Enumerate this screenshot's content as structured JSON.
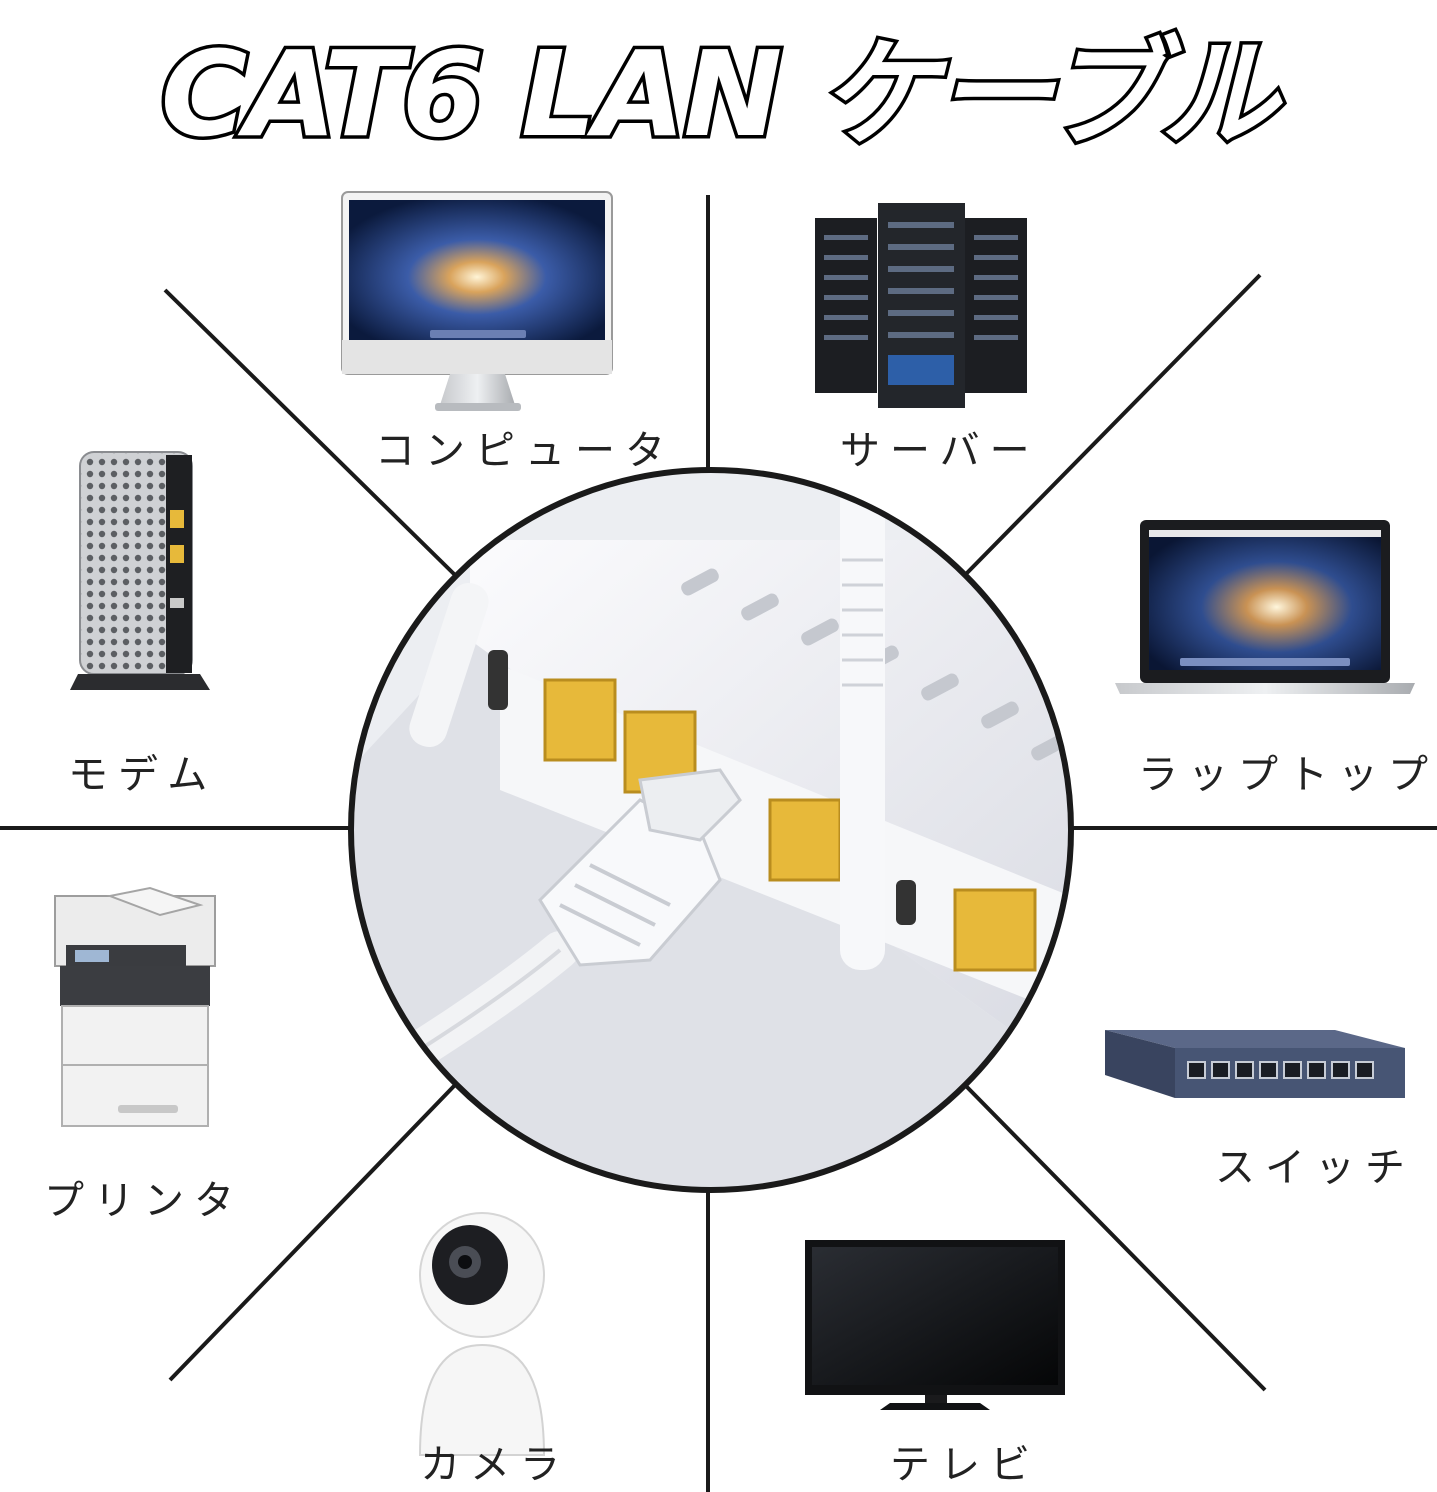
{
  "title": "CAT6 LAN ケーブル",
  "devices": {
    "computer": "コンピュータ",
    "server": "サーバー",
    "modem": "モデム",
    "laptop": "ラップトップ",
    "printer": "プリンタ",
    "switch": "スイッチ",
    "camera": "カメラ",
    "tv": "テレビ"
  },
  "colors": {
    "lines": "#1a1a1a",
    "port_yellow": "#e7b93a",
    "router_white": "#f1f2f6",
    "screen_blue": "#2c4f9a",
    "switch_blue": "#475574"
  }
}
